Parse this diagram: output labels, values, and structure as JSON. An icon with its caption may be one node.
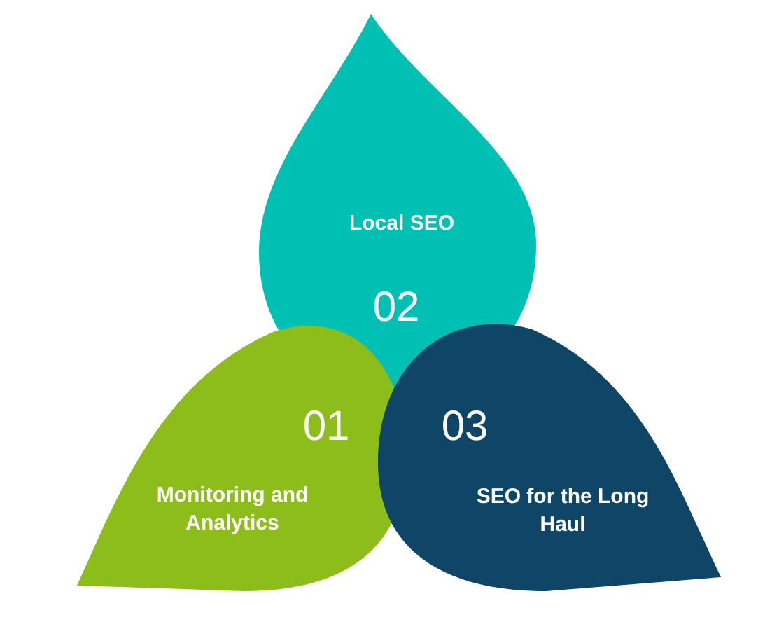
{
  "diagram": {
    "nodes": [
      {
        "text": [
          "Local SEO",
          "02"
        ]
      },
      {
        "text": [
          "01",
          "Monitoring and Analytics"
        ]
      },
      {
        "text": [
          "03",
          "SEO for the Long Haul"
        ]
      }
    ]
  }
}
